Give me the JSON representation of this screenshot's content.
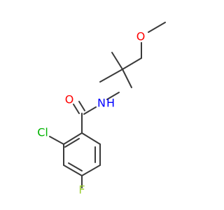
{
  "molecule": {
    "atoms": {
      "oxygen_carbonyl": {
        "symbol": "O",
        "color": "#ff0000"
      },
      "nitrogen_amide": {
        "symbol": "N",
        "color": "#0000ff"
      },
      "hydrogen_amide": {
        "symbol": "H",
        "color": "#0000ff"
      },
      "oxygen_ether": {
        "symbol": "O",
        "color": "#ff0000"
      },
      "chlorine": {
        "symbol": "Cl",
        "color": "#00b300"
      },
      "fluorine": {
        "symbol": "F",
        "color": "#9acd32"
      }
    },
    "bond_color": "#3a3a3a"
  }
}
